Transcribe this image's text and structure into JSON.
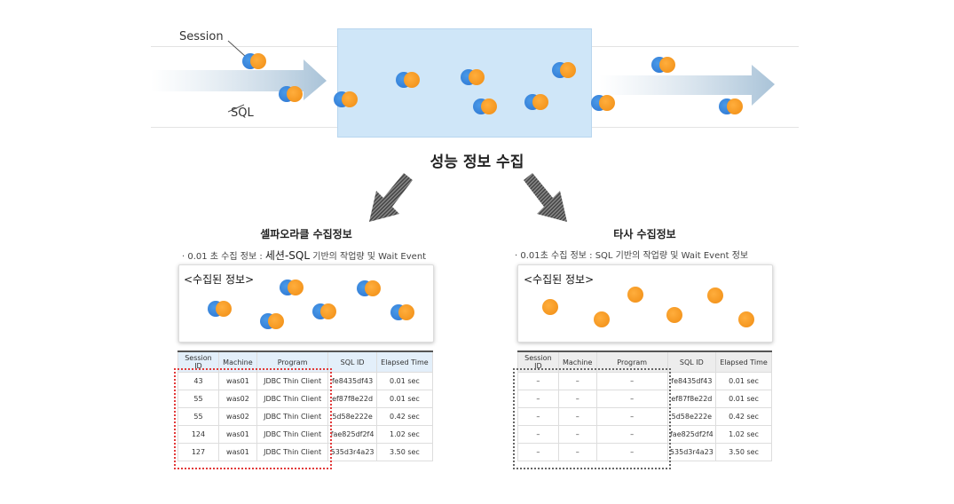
{
  "diagram": {
    "session_label": "Session",
    "sql_label": "SQL",
    "center_title": "성능 정보 수집"
  },
  "left": {
    "title": "셀파오라클 수집정보",
    "subtitle_pre": "· 0.01 초 수집 정보 : ",
    "subtitle_em": "세션-SQL",
    "subtitle_post": " 기반의 작업량 및 Wait Event",
    "box_label": "<수집된 정보>",
    "columns": [
      "Session ID",
      "Machine",
      "Program",
      "SQL ID",
      "Elapsed Time"
    ],
    "rows": [
      [
        "43",
        "was01",
        "JDBC Thin Client",
        "fe8435df43",
        "0.01 sec"
      ],
      [
        "55",
        "was02",
        "JDBC Thin Client",
        "ef87f8e22d",
        "0.01 sec"
      ],
      [
        "55",
        "was02",
        "JDBC Thin Client",
        "5d58e222e",
        "0.42 sec"
      ],
      [
        "124",
        "was01",
        "JDBC Thin Client",
        "fae825df2f4",
        "1.02 sec"
      ],
      [
        "127",
        "was01",
        "JDBC Thin Client",
        "535d3r4a23",
        "3.50 sec"
      ]
    ],
    "header_color": "#e3effa"
  },
  "right": {
    "title": "타사 수집정보",
    "subtitle": "· 0.01초 수집 정보 : SQL 기반의 작업량 및 Wait Event 정보",
    "box_label": "<수집된 정보>",
    "columns": [
      "Session ID",
      "Machine",
      "Program",
      "SQL ID",
      "Elapsed Time"
    ],
    "rows": [
      [
        "–",
        "–",
        "–",
        "fe8435df43",
        "0.01 sec"
      ],
      [
        "–",
        "–",
        "–",
        "ef87f8e22d",
        "0.01 sec"
      ],
      [
        "–",
        "–",
        "–",
        "5d58e222e",
        "0.42 sec"
      ],
      [
        "–",
        "–",
        "–",
        "fae825df2f4",
        "1.02 sec"
      ],
      [
        "–",
        "–",
        "–",
        "535d3r4a23",
        "3.50 sec"
      ]
    ],
    "header_color": "#ededed"
  }
}
